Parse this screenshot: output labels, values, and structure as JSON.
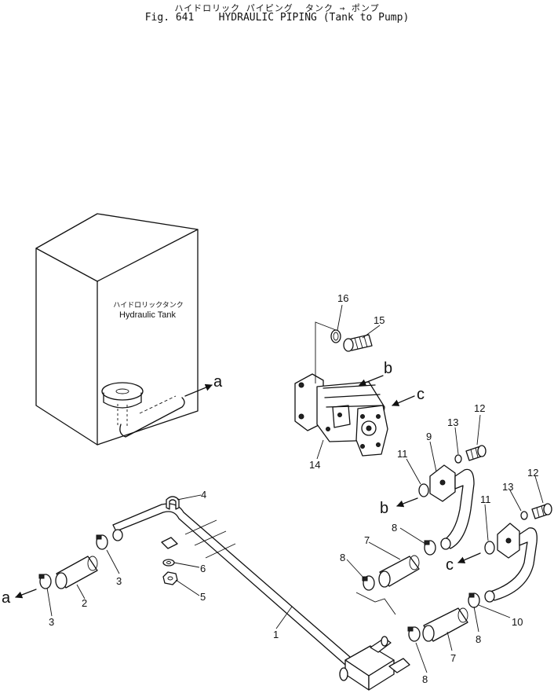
{
  "header": {
    "title_jp": "ハイドロリック パイピング  タンク → ポンプ",
    "title_en": "Fig. 641    HYDRAULIC PIPING (Tank to Pump)"
  },
  "tank": {
    "label_jp": "ハイドロリックタンク",
    "label_en": "Hydraulic Tank"
  },
  "callouts": {
    "p1": "1",
    "p2": "2",
    "p3a": "3",
    "p3b": "3",
    "p4": "4",
    "p5": "5",
    "p6": "6",
    "p7a": "7",
    "p7b": "7",
    "p8a": "8",
    "p8b": "8",
    "p8c": "8",
    "p8d": "8",
    "p9": "9",
    "p10": "10",
    "p11a": "11",
    "p11b": "11",
    "p12a": "12",
    "p12b": "12",
    "p13a": "13",
    "p13b": "13",
    "p14": "14",
    "p15": "15",
    "p16": "16"
  },
  "connections": {
    "a1": "a",
    "a2": "a",
    "b1": "b",
    "b2": "b",
    "c1": "c",
    "c2": "c"
  }
}
